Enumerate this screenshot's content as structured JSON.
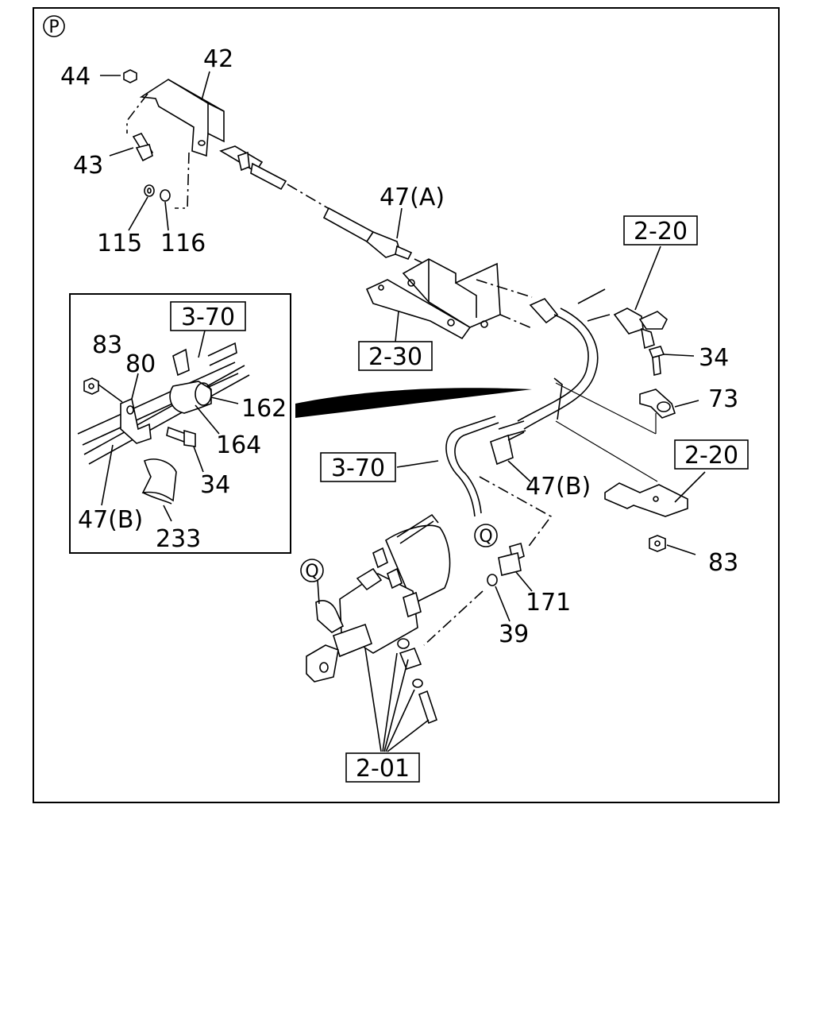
{
  "diagram": {
    "page_marker": "P",
    "connector_marker": "Q",
    "part_labels": {
      "p44": "44",
      "p42": "42",
      "p43": "43",
      "p115": "115",
      "p116": "116",
      "p47a": "47(A)",
      "p83_inset": "83",
      "p80": "80",
      "p162": "162",
      "p164": "164",
      "p34_inset": "34",
      "p47b_inset": "47(B)",
      "p233": "233",
      "p34": "34",
      "p73": "73",
      "p47b": "47(B)",
      "p83": "83",
      "p171": "171",
      "p39": "39"
    },
    "reference_boxes": {
      "r370_inset": "3-70",
      "r230": "2-30",
      "r220_top": "2-20",
      "r220_right": "2-20",
      "r370": "3-70",
      "r201": "2-01"
    }
  }
}
